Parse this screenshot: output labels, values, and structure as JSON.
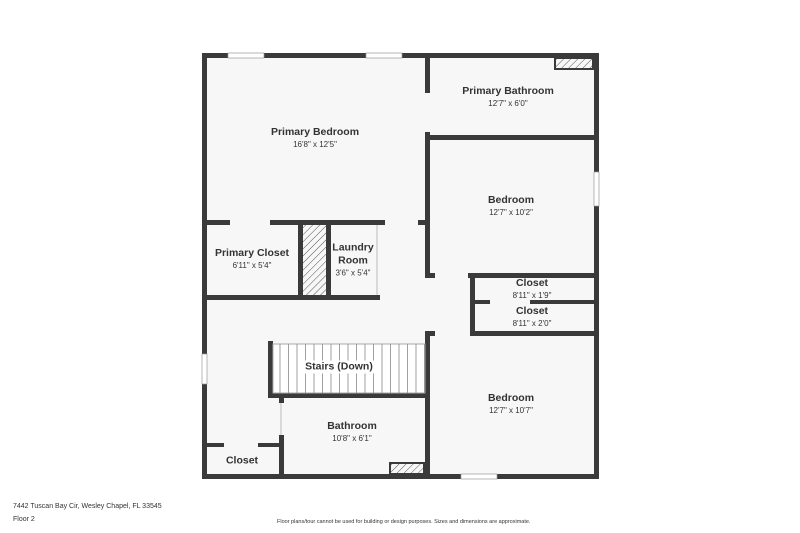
{
  "rooms": [
    {
      "name": "Primary Bedroom",
      "dims": "16'8\" x 12'5\""
    },
    {
      "name": "Primary Bathroom",
      "dims": "12'7\" x 6'0\""
    },
    {
      "name": "Bedroom",
      "dims": "12'7\" x 10'2\""
    },
    {
      "name": "Primary Closet",
      "dims": "6'11\" x 5'4\""
    },
    {
      "name": "Laundry Room",
      "dims": "3'6\" x 5'4\""
    },
    {
      "name": "Closet",
      "dims": "8'11\" x 1'9\""
    },
    {
      "name": "Closet",
      "dims": "8'11\" x 2'0\""
    },
    {
      "name": "Stairs (Down)"
    },
    {
      "name": "Bedroom",
      "dims": "12'7\" x 10'7\""
    },
    {
      "name": "Bathroom",
      "dims": "10'8\" x 6'1\""
    },
    {
      "name": "Closet"
    }
  ],
  "footer": {
    "address": "7442 Tuscan Bay Cir, Wesley Chapel, FL 33545",
    "floor": "Floor 2",
    "disclaimer": "Floor plans/tour cannot be used for building or design purposes. Sizes and dimensions are approximate."
  },
  "colors": {
    "wall": "#3a3a3a",
    "floor": "#f7f7f7"
  }
}
